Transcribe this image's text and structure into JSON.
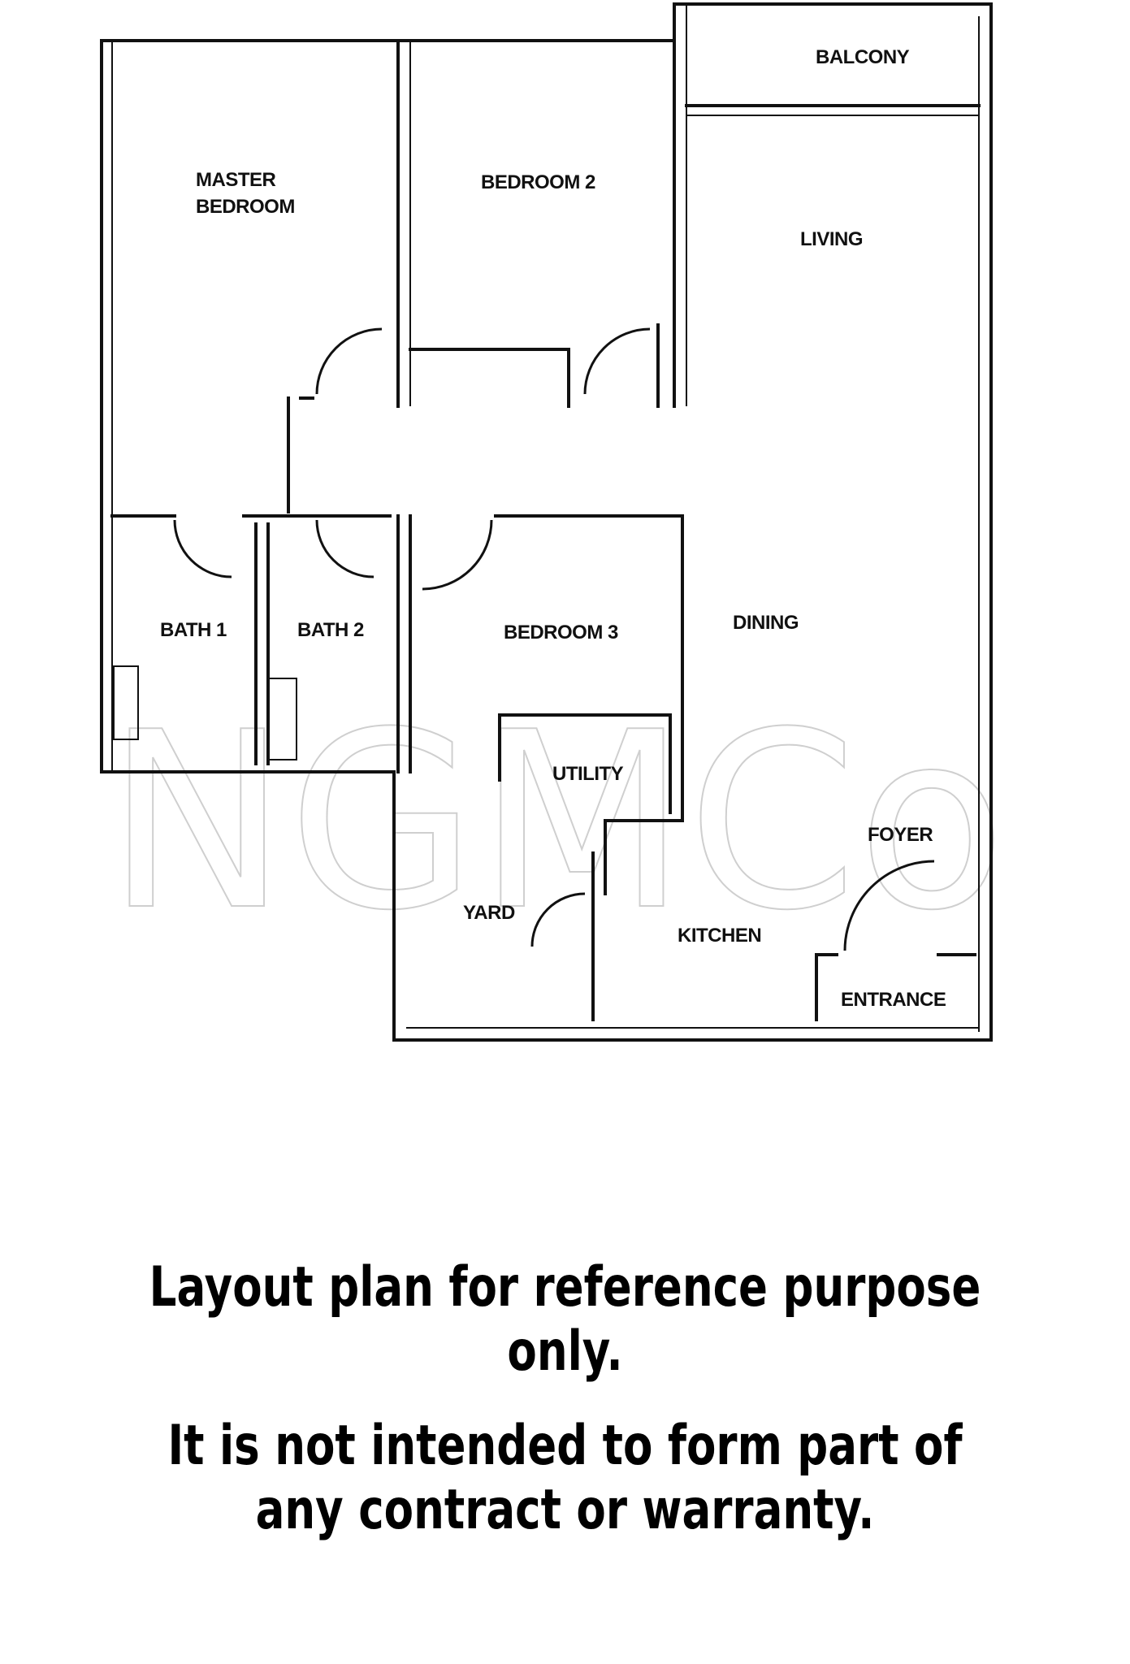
{
  "plan": {
    "rooms": {
      "balcony": "BALCONY",
      "master_bedroom_1": "MASTER",
      "master_bedroom_2": "BEDROOM",
      "bedroom_2": "BEDROOM 2",
      "living": "LIVING",
      "bath_1": "BATH 1",
      "bath_2": "BATH 2",
      "bedroom_3": "BEDROOM 3",
      "dining": "DINING",
      "utility": "UTILITY",
      "foyer": "FOYER",
      "yard": "YARD",
      "kitchen": "KITCHEN",
      "entrance": "ENTRANCE"
    },
    "watermark": "NGMCo"
  },
  "disclaimer": {
    "line1": "Layout plan for reference purpose only.",
    "line2": "It is not intended to form part of any contract or warranty."
  }
}
